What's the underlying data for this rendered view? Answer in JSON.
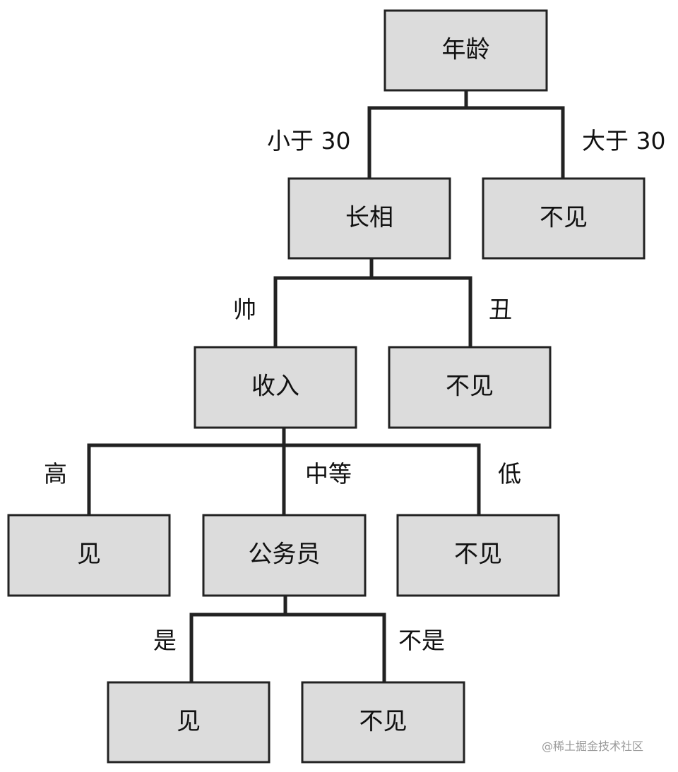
{
  "nodes": {
    "age": "年龄",
    "looks": "长相",
    "age_over_result": "不见",
    "income": "收入",
    "ugly_result": "不见",
    "high_income_result": "见",
    "civil_servant": "公务员",
    "low_income_result": "不见",
    "is_civil_servant_result": "见",
    "not_civil_servant_result": "不见"
  },
  "edges": {
    "under_30": "小于 30",
    "over_30": "大于 30",
    "handsome": "帅",
    "ugly": "丑",
    "high": "高",
    "medium": "中等",
    "low": "低",
    "yes": "是",
    "no": "不是"
  },
  "watermark": "@稀土掘金技术社区"
}
